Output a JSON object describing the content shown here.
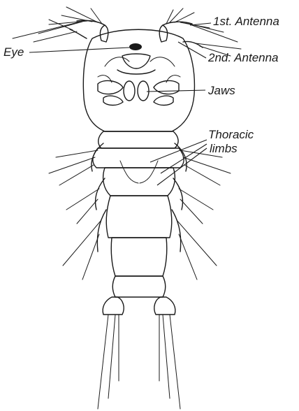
{
  "labels": {
    "first_antenna": "1st. Antenna",
    "eye": "Eye",
    "second_antenna": "2nd. Antenna",
    "jaws": "Jaws",
    "thoracic_line1": "Thoracic",
    "thoracic_line2": "limbs"
  },
  "colors": {
    "ink": "#1a1a1a",
    "paper": "#ffffff"
  }
}
